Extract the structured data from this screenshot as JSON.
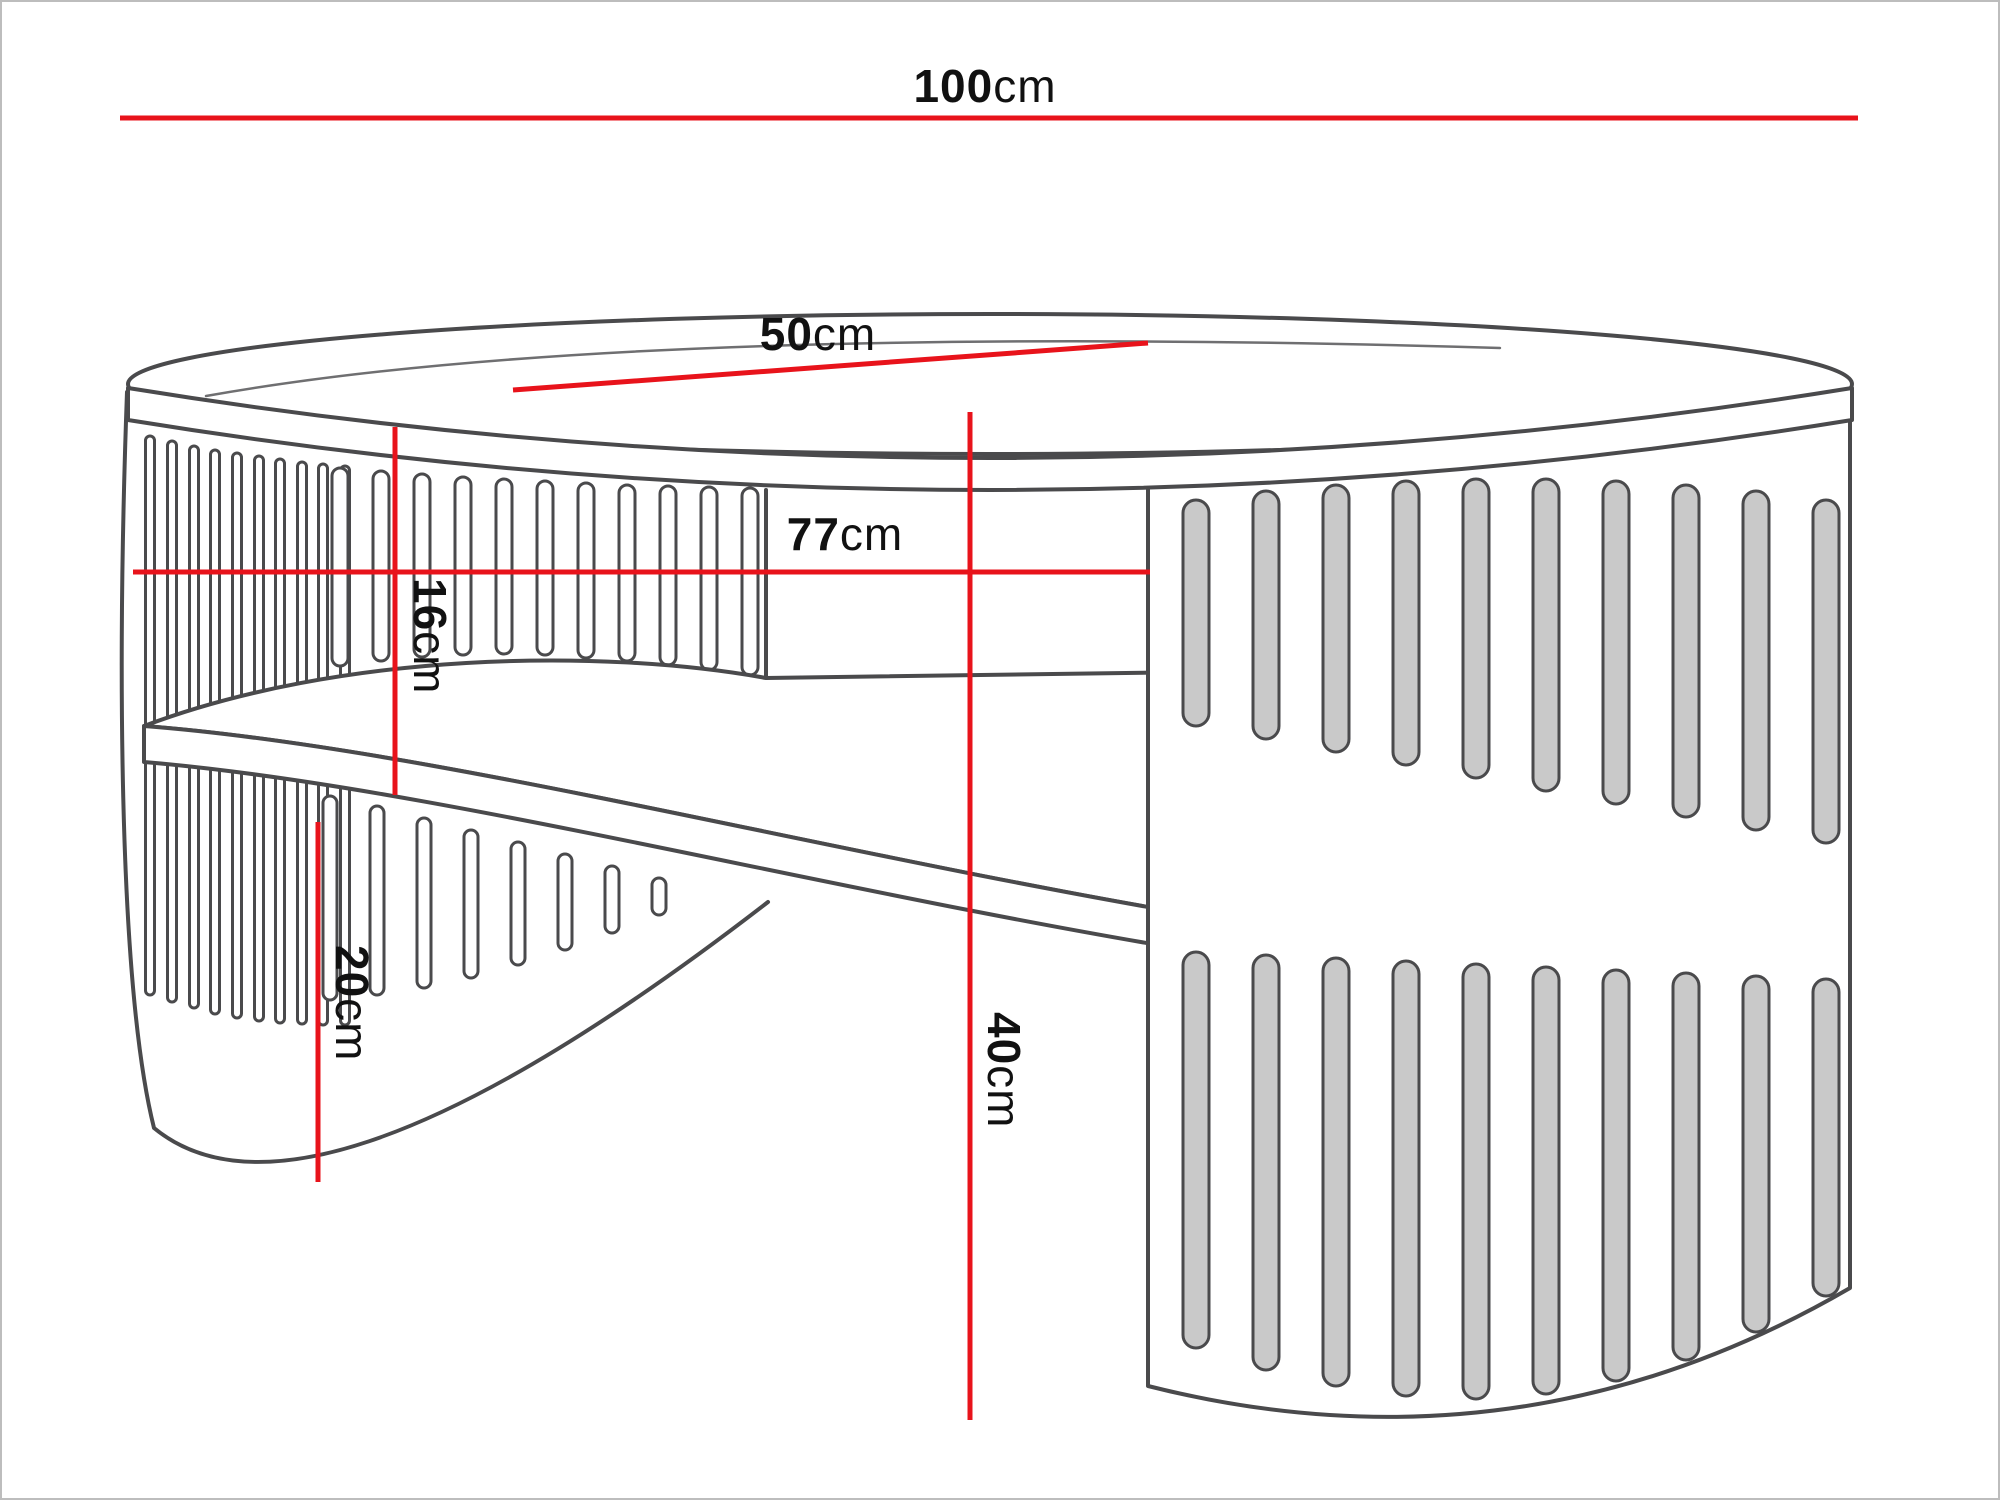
{
  "page": {
    "background": "#ffffff",
    "border_color": "#bdbdbd"
  },
  "diagram": {
    "subject": "oval fluted coffee table - dimension drawing",
    "line_color": "#4a4a4c",
    "dimension_color": "#e8131b",
    "text_color": "#111111",
    "slat_fill": "#c9c9c9",
    "dimensions": {
      "width": {
        "value": "100",
        "unit": "cm"
      },
      "depth": {
        "value": "50",
        "unit": "cm"
      },
      "shelf_width": {
        "value": "77",
        "unit": "cm"
      },
      "shelf_gap": {
        "value": "16",
        "unit": "cm"
      },
      "base_height": {
        "value": "20",
        "unit": "cm"
      },
      "total_height": {
        "value": "40",
        "unit": "cm"
      }
    }
  }
}
